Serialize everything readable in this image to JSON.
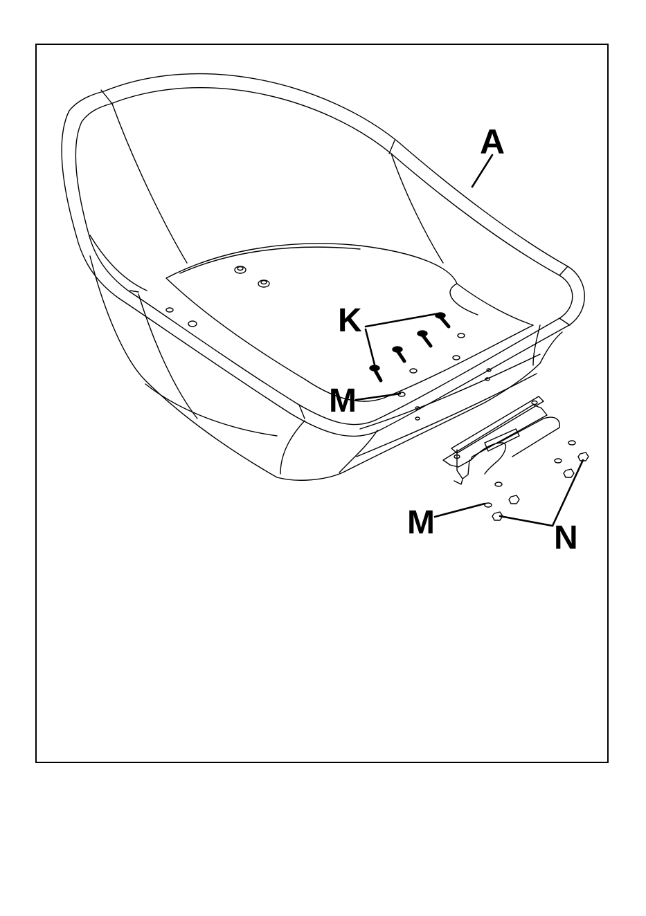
{
  "callouts": {
    "a": "A",
    "k": "K",
    "m_upper": "M",
    "m_lower": "M",
    "n": "N"
  },
  "colors": {
    "line": "#000000",
    "background": "#ffffff"
  }
}
